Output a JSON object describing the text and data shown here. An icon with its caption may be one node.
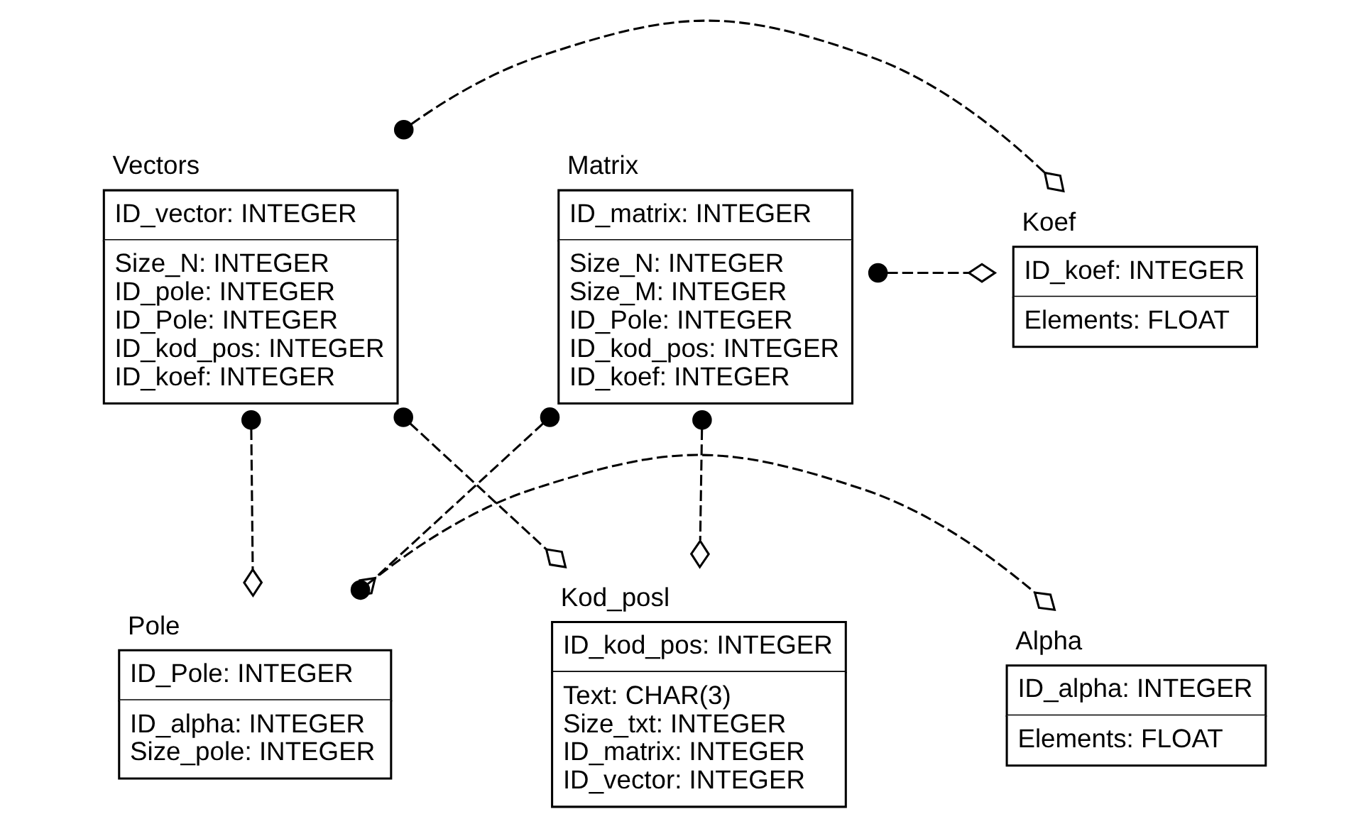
{
  "diagram": {
    "nodes": [
      {
        "text": [
          "Matrix",
          "ID_matrix: INTEGER",
          "Size_N: INTEGER",
          "Size_M: INTEGER",
          "ID_Pole: INTEGER",
          "ID_kod_pos: INTEGER",
          "ID_koef: INTEGER"
        ]
      },
      {
        "text": [
          "Koef",
          "ID_koef: INTEGER",
          "Elements: FLOAT"
        ]
      },
      {
        "text": [
          "Vectors",
          "ID_vector: INTEGER",
          "Size_N: INTEGER",
          "ID_pole: INTEGER",
          "ID_Pole: INTEGER",
          "ID_kod_pos: INTEGER",
          "ID_koef: INTEGER"
        ]
      },
      {
        "text": [
          "Pole",
          "ID_Pole: INTEGER",
          "ID_alpha: INTEGER",
          "Size_pole: INTEGER"
        ]
      },
      {
        "text": [
          "Alpha",
          "ID_alpha: INTEGER",
          "Elements: FLOAT"
        ]
      },
      {
        "text": [
          "Kod_posl",
          "ID_kod_pos: INTEGER",
          "Text: CHAR(3)",
          "Size_txt: INTEGER",
          "ID_matrix: INTEGER",
          "ID_vector: INTEGER"
        ]
      }
    ],
    "edges": [
      {
        "from": 0,
        "to": 1,
        "arrow": "other",
        "style": "dashed"
      },
      {
        "from": 2,
        "to": 1,
        "arrow": "other",
        "style": "dashed"
      },
      {
        "from": 0,
        "to": 3,
        "arrow": "other",
        "style": "dashed"
      },
      {
        "from": 2,
        "to": 3,
        "arrow": "other",
        "style": "dashed"
      },
      {
        "from": 0,
        "to": 5,
        "arrow": "other",
        "style": "dashed"
      },
      {
        "from": 2,
        "to": 5,
        "arrow": "other",
        "style": "dashed"
      },
      {
        "from": 3,
        "to": 4,
        "arrow": "other",
        "style": "dashed"
      }
    ]
  }
}
